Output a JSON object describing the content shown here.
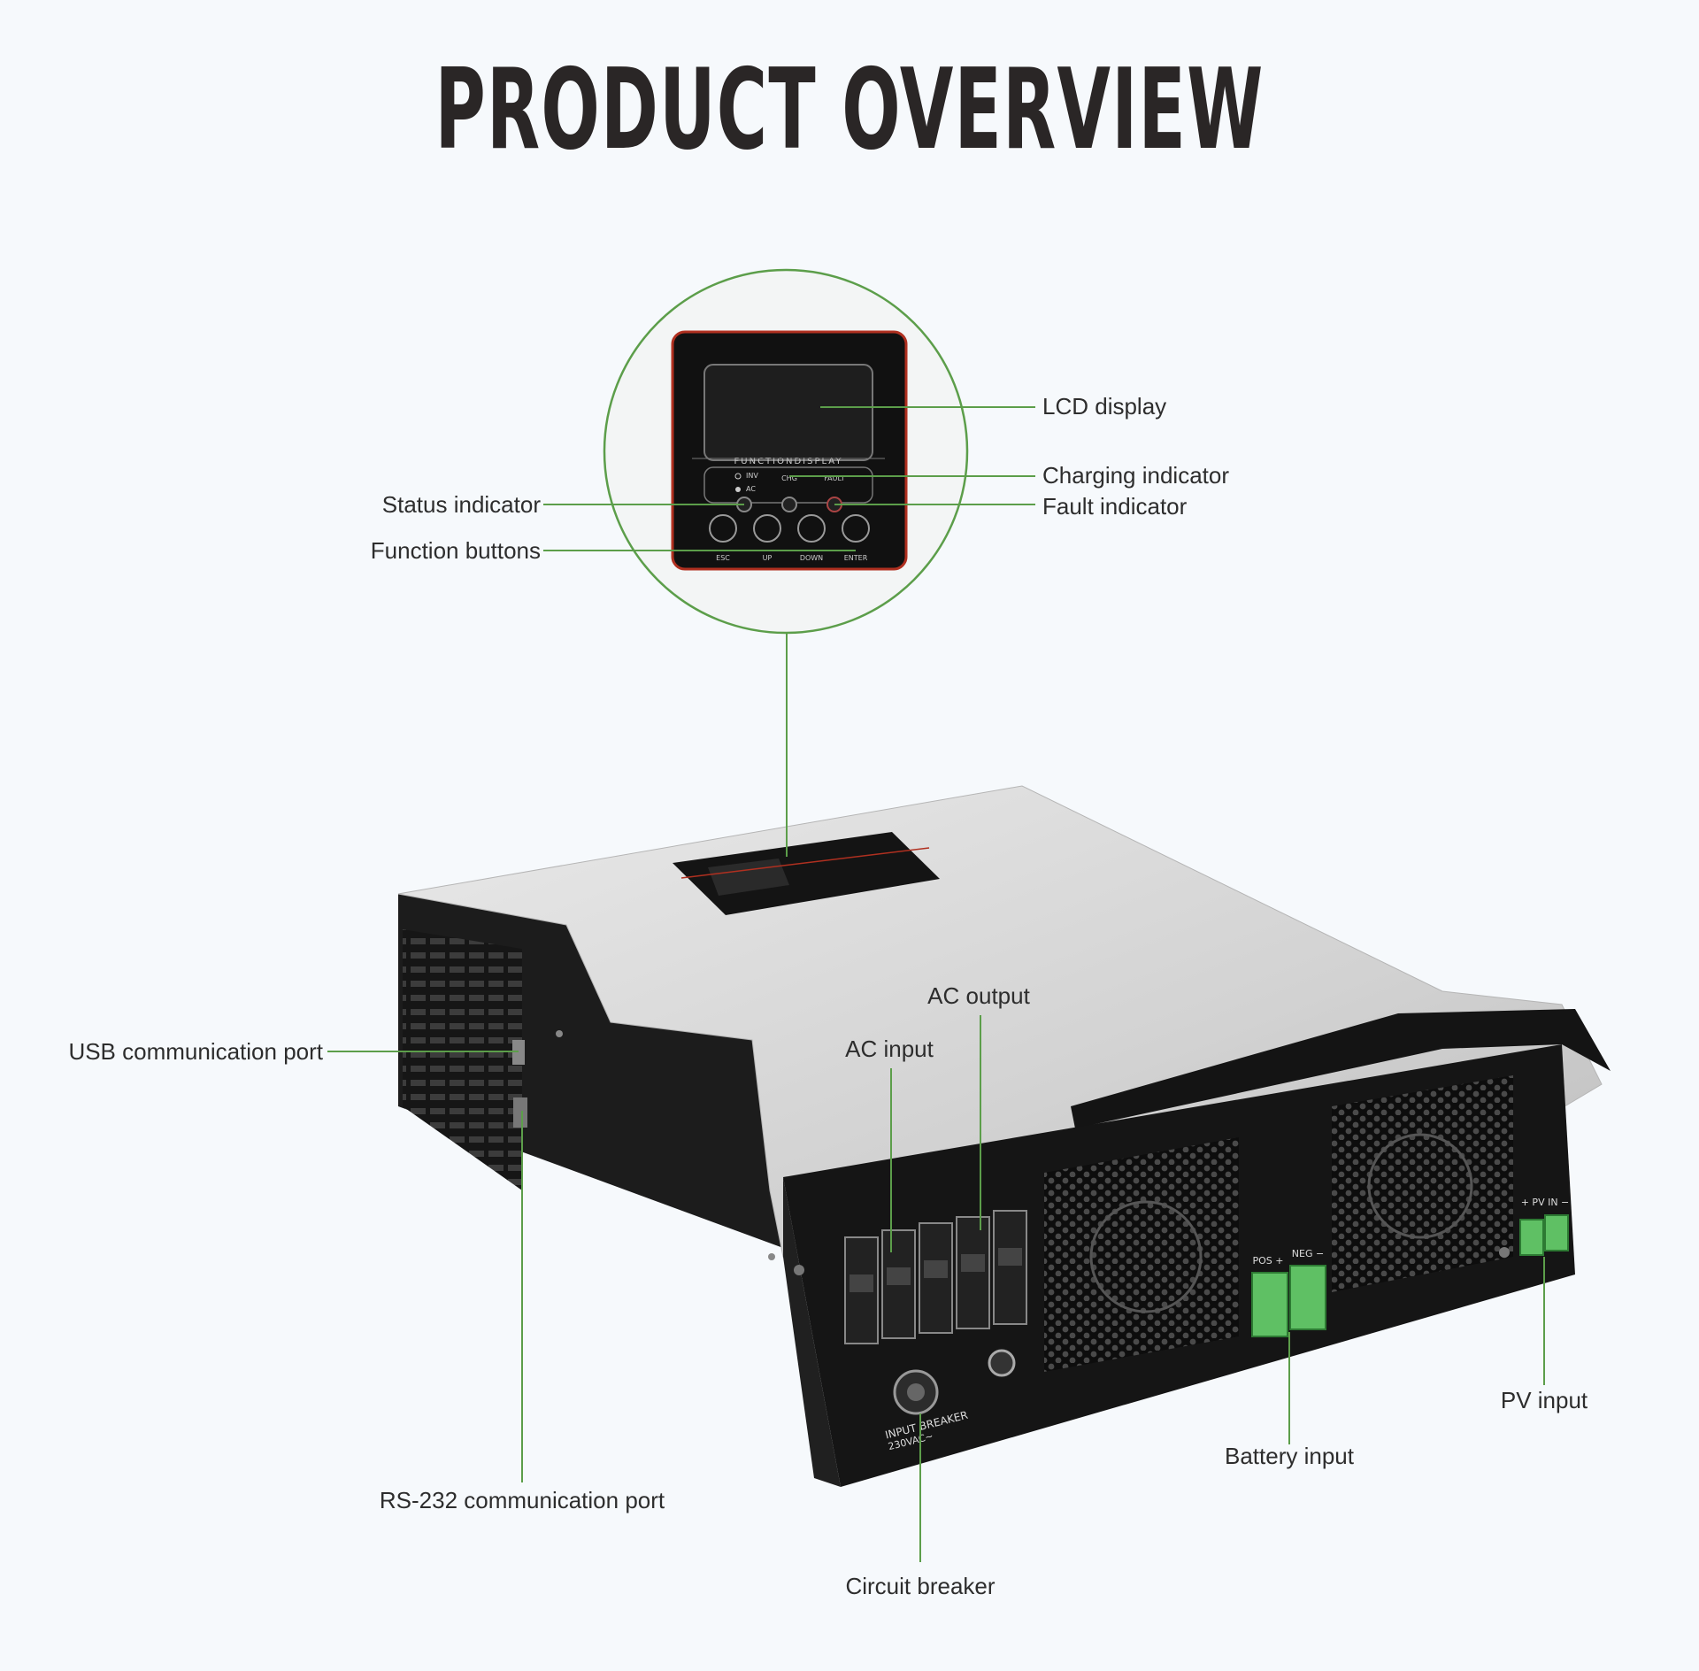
{
  "title": "PRODUCT OVERVIEW",
  "accent_color": "#5c9e4a",
  "panel": {
    "screen_caption": "FUNCTIONDISPLAY",
    "led_inv": "INV",
    "led_ac": "AC",
    "led_chg": "CHG",
    "led_fault": "FAULT",
    "btn_esc": "ESC",
    "btn_up": "UP",
    "btn_down": "DOWN",
    "btn_enter": "ENTER"
  },
  "device": {
    "breaker_line1": "INPUT BREAKER",
    "breaker_line2": "230VAC~",
    "pos": "POS +",
    "neg": "NEG −",
    "pv": "+ PV IN −"
  },
  "labels": {
    "lcd_display": "LCD display",
    "charging_indicator": "Charging indicator",
    "fault_indicator": "Fault indicator",
    "status_indicator": "Status indicator",
    "function_buttons": "Function buttons",
    "usb_port": "USB communication port",
    "ac_output": "AC output",
    "ac_input": "AC input",
    "pv_input": "PV input",
    "battery_input": "Battery input",
    "rs232_port": "RS-232 communication port",
    "circuit_breaker": "Circuit breaker"
  }
}
